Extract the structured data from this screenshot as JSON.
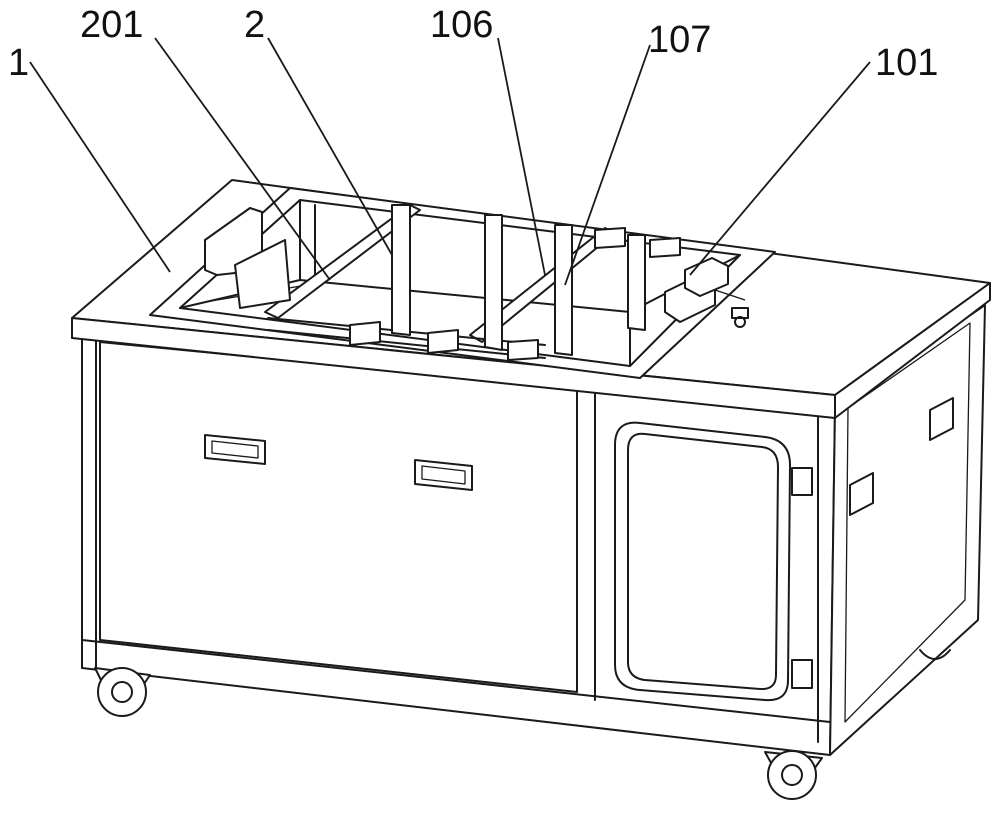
{
  "figure": {
    "labels": [
      {
        "id": "label-1",
        "text": "1"
      },
      {
        "id": "label-201",
        "text": "201"
      },
      {
        "id": "label-2",
        "text": "2"
      },
      {
        "id": "label-106",
        "text": "106"
      },
      {
        "id": "label-107",
        "text": "107"
      },
      {
        "id": "label-101",
        "text": "101"
      }
    ]
  }
}
